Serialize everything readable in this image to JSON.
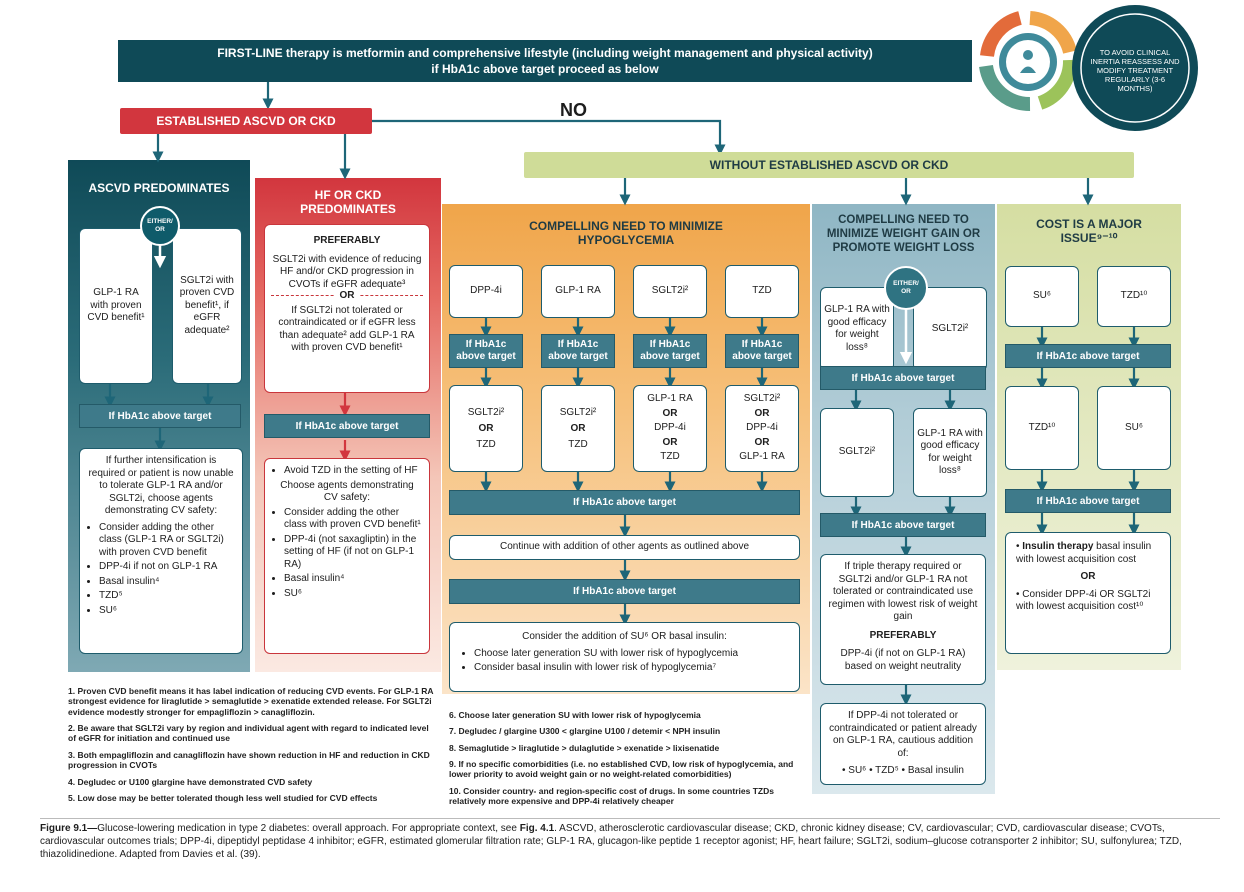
{
  "top_bar": {
    "line1": "FIRST-LINE therapy is metformin and comprehensive lifestyle (including weight management and physical activity)",
    "line2": "if HbA1c above target proceed as below"
  },
  "cycle": {
    "text": "TO AVOID CLINICAL INERTIA REASSESS AND MODIFY TREATMENT REGULARLY (3-6 MONTHS)"
  },
  "established": "ESTABLISHED ASCVD OR CKD",
  "no_label": "NO",
  "without": "WITHOUT ESTABLISHED ASCVD OR CKD",
  "hba1c": "If HbA1c above target",
  "either_or": "EITHER/ OR",
  "or": "OR",
  "ascvd": {
    "title": "ASCVD PREDOMINATES",
    "left": "GLP-1 RA with proven CVD benefit¹",
    "right": "SGLT2i with proven CVD benefit¹, if eGFR adequate²",
    "further": "If further intensification is required or patient is now unable to tolerate GLP-1 RA and/or SGLT2i, choose agents demonstrating CV safety:",
    "bullets": [
      "Consider adding the other class (GLP-1 RA or SGLT2i) with proven CVD benefit",
      "DPP-4i if not on GLP-1 RA",
      "Basal insulin⁴",
      "TZD⁵",
      "SU⁶"
    ]
  },
  "hf": {
    "title": "HF OR CKD PREDOMINATES",
    "preferably": "PREFERABLY",
    "p1": "SGLT2i with evidence of reducing HF and/or CKD progression in CVOTs if eGFR adequate³",
    "p2": "If SGLT2i not tolerated or contraindicated or if eGFR less than adequate² add GLP-1 RA with proven CVD benefit¹",
    "b1": "Avoid TZD in the setting of HF",
    "choose": "Choose agents demonstrating CV safety:",
    "bullets": [
      "Consider adding the other class with proven CVD benefit¹",
      "DPP-4i (not saxagliptin) in the setting of HF (if not on GLP-1 RA)",
      "Basal insulin⁴",
      "SU⁶"
    ]
  },
  "hypo": {
    "title": "COMPELLING NEED TO MINIMIZE HYPOGLYCEMIA",
    "drugs": [
      "DPP-4i",
      "GLP-1 RA",
      "SGLT2i²",
      "TZD"
    ],
    "second": [
      [
        "SGLT2i²",
        "OR",
        "TZD"
      ],
      [
        "SGLT2i²",
        "OR",
        "TZD"
      ],
      [
        "GLP-1 RA",
        "OR",
        "DPP-4i",
        "OR",
        "TZD"
      ],
      [
        "SGLT2i²",
        "OR",
        "DPP-4i",
        "OR",
        "GLP-1 RA"
      ]
    ],
    "continue": "Continue with addition of other agents as outlined above",
    "consider": "Consider the addition of SU⁶ OR basal insulin:",
    "bullets": [
      "Choose later generation SU with lower risk of hypoglycemia",
      "Consider basal insulin with lower risk of hypoglycemia⁷"
    ]
  },
  "weight": {
    "title": "COMPELLING NEED TO MINIMIZE WEIGHT GAIN OR PROMOTE WEIGHT LOSS",
    "left": "GLP-1 RA with good efficacy for weight loss⁸",
    "right": "SGLT2i²",
    "left2": "SGLT2i²",
    "right2": "GLP-1 RA with good efficacy for weight loss⁸",
    "triple": "If triple therapy required or SGLT2i and/or GLP-1 RA not tolerated or contraindicated use regimen with lowest risk of weight gain",
    "preferably": "PREFERABLY",
    "dpp": "DPP-4i (if not on GLP-1 RA) based on weight neutrality",
    "ifdpp": "If DPP-4i not tolerated or contraindicated or patient already on GLP-1 RA, cautious addition of:",
    "last": "• SU⁶ • TZD⁵ • Basal insulin"
  },
  "cost": {
    "title": "COST IS A MAJOR ISSUE⁹⁻¹⁰",
    "a": "SU⁶",
    "b": "TZD¹⁰",
    "c": "TZD¹⁰",
    "d": "SU⁶",
    "ins_bold": "Insulin therapy",
    "ins_rest": " basal insulin with lowest acquisition cost",
    "dpp": "Consider DPP-4i OR SGLT2i with lowest acquisition cost¹⁰"
  },
  "footnotes_left": [
    "1. Proven CVD benefit means it has label indication of reducing CVD events. For GLP-1 RA strongest evidence for liraglutide > semaglutide > exenatide extended release. For SGLT2i evidence modestly stronger for empagliflozin > canagliflozin.",
    "2. Be aware that SGLT2i vary by region and individual agent with regard to indicated level of eGFR for initiation and continued use",
    "3. Both empagliflozin and canagliflozin have shown reduction in HF and reduction in CKD progression in CVOTs",
    "4. Degludec or U100 glargine have demonstrated CVD safety",
    "5. Low dose may be better tolerated though less well studied for CVD effects"
  ],
  "footnotes_right": [
    "6. Choose later generation SU with lower risk of hypoglycemia",
    "7. Degludec / glargine U300 < glargine U100 / detemir < NPH insulin",
    "8. Semaglutide > liraglutide > dulaglutide > exenatide > lixisenatide",
    "9. If no specific comorbidities (i.e. no established CVD, low risk of hypoglycemia, and lower priority to avoid weight gain or no weight-related comorbidities)",
    "10. Consider country- and region-specific cost of drugs. In some countries TZDs relatively more expensive and DPP-4i relatively cheaper"
  ],
  "caption": {
    "bold": "Figure 9.1—",
    "text": "Glucose-lowering medication in type 2 diabetes: overall approach. For appropriate context, see ",
    "ref": "Fig. 4.1",
    "rest": ". ASCVD, atherosclerotic cardiovascular disease; CKD, chronic kidney disease; CV, cardiovascular; CVD, cardiovascular disease; CVOTs, cardiovascular outcomes trials; DPP-4i, dipeptidyl peptidase 4 inhibitor; eGFR, estimated glomerular filtration rate; GLP-1 RA, glucagon-like peptide 1 receptor agonist; HF, heart failure; SGLT2i, sodium–glucose cotransporter 2 inhibitor; SU, sulfonylurea; TZD, thiazolidinedione. Adapted from Davies et al. (39)."
  },
  "colors": {
    "dark": "#0f4a57",
    "red": "#d2363e",
    "green": "#cfdc98",
    "orange": "#f0a54a",
    "blue": "#8fb6c4",
    "cost": "#dfe5b6",
    "teal": "#3e7a8a"
  }
}
